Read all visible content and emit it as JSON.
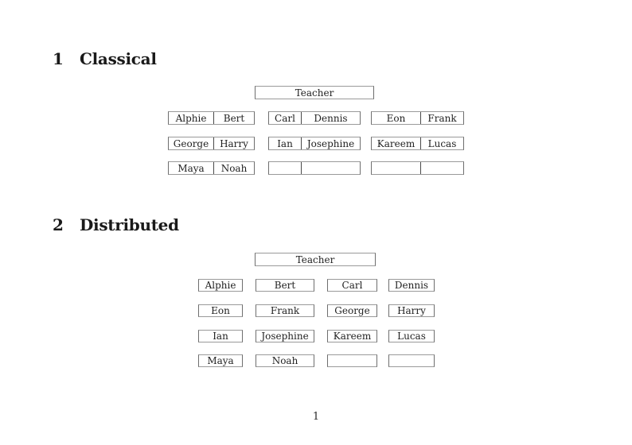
{
  "document": {
    "page_number": "1",
    "text_color": "#1f1f1f",
    "box_border_color": "#8f8f8f",
    "divider_color": "#4a4a4a"
  },
  "sections": [
    {
      "number": "1",
      "title": "Classical",
      "teacher_label": "Teacher",
      "desk_type": "pair",
      "rows": [
        [
          {
            "left": "Alphie",
            "right": "Bert"
          },
          {
            "left": "Carl",
            "right": "Dennis"
          },
          {
            "left": "Eon",
            "right": "Frank"
          }
        ],
        [
          {
            "left": "George",
            "right": "Harry"
          },
          {
            "left": "Ian",
            "right": "Josephine"
          },
          {
            "left": "Kareem",
            "right": "Lucas"
          }
        ],
        [
          {
            "left": "Maya",
            "right": "Noah"
          },
          {
            "left": "",
            "right": ""
          },
          {
            "left": "",
            "right": ""
          }
        ]
      ]
    },
    {
      "number": "2",
      "title": "Distributed",
      "teacher_label": "Teacher",
      "desk_type": "single",
      "rows": [
        [
          "Alphie",
          "Bert",
          "Carl",
          "Dennis"
        ],
        [
          "Eon",
          "Frank",
          "George",
          "Harry"
        ],
        [
          "Ian",
          "Josephine",
          "Kareem",
          "Lucas"
        ],
        [
          "Maya",
          "Noah",
          "",
          ""
        ]
      ]
    }
  ]
}
